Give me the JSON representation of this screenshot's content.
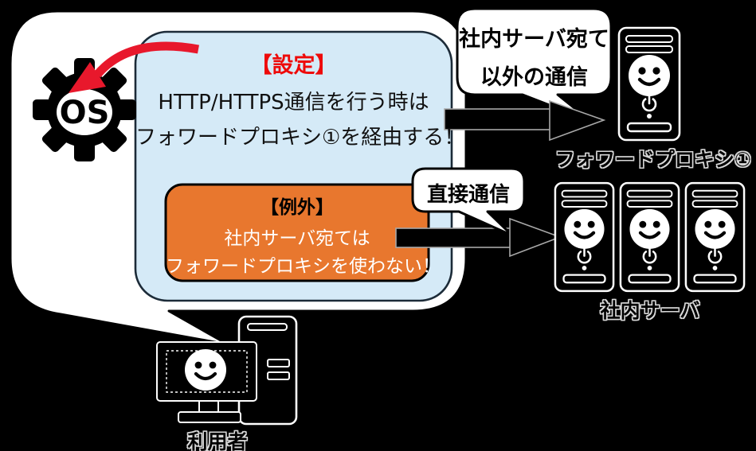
{
  "colors": {
    "background": "#000000",
    "speech_bubble_fill": "#ffffff",
    "note_fill": "#d5eaf7",
    "note_border": "#1c2b38",
    "exception_fill": "#e8772e",
    "accent_red": "#ee0a0a",
    "arrow_fill": "#000000",
    "arrow_outline": "#a8a8a8"
  },
  "os_config": {
    "os_label": "OS",
    "setting_title": "【設定】",
    "setting_line1": "HTTP/HTTPS通信を行う時は",
    "setting_line2": "フォワードプロキシ①を経由する！",
    "exception_title": "【例外】",
    "exception_line1": "社内サーバ宛ては",
    "exception_line2": "フォワードプロキシを使わない！"
  },
  "callouts": {
    "proxy_route_line1": "社内サーバ宛て",
    "proxy_route_line2": "以外の通信",
    "direct_route": "直接通信"
  },
  "nodes": {
    "forward_proxy_label": "フォワードプロキシ①",
    "internal_server_label": "社内サーバ",
    "internal_server_count": 3,
    "user_label": "利用者"
  }
}
